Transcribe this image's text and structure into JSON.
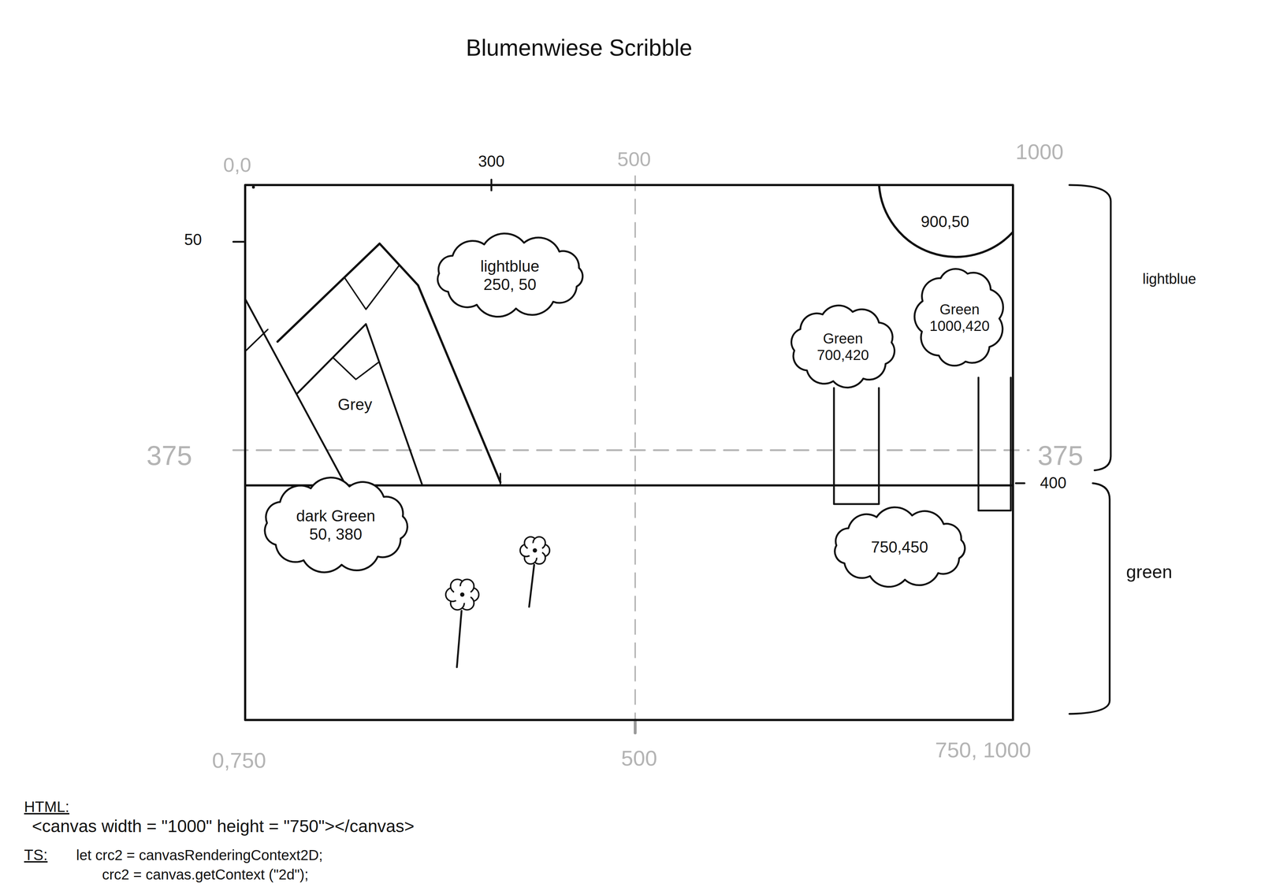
{
  "diagram": {
    "title": "Blumenwiese Scribble",
    "nodes": [
      {
        "text": [
          "lightblue",
          "250, 50"
        ]
      },
      {
        "text": [
          "900,50"
        ]
      },
      {
        "text": [
          "Green",
          "700,420"
        ]
      },
      {
        "text": [
          "Green",
          "1000,420"
        ]
      },
      {
        "text": [
          "Grey"
        ]
      },
      {
        "text": [
          "dark Green",
          "50, 380"
        ]
      },
      {
        "text": [
          "750,450"
        ]
      }
    ],
    "labels": [
      "0,0",
      "300",
      "500",
      "1000",
      "50",
      "375",
      "375",
      "400",
      "lightblue",
      "green",
      "0,750",
      "500",
      "750, 1000",
      "HTML:",
      "<canvas width = \"1000\" height = \"750\"></canvas>",
      "TS:",
      "let crc2 = canvasRenderingContext2D;",
      "crc2 = canvas.getContext (\"2d\");"
    ]
  }
}
